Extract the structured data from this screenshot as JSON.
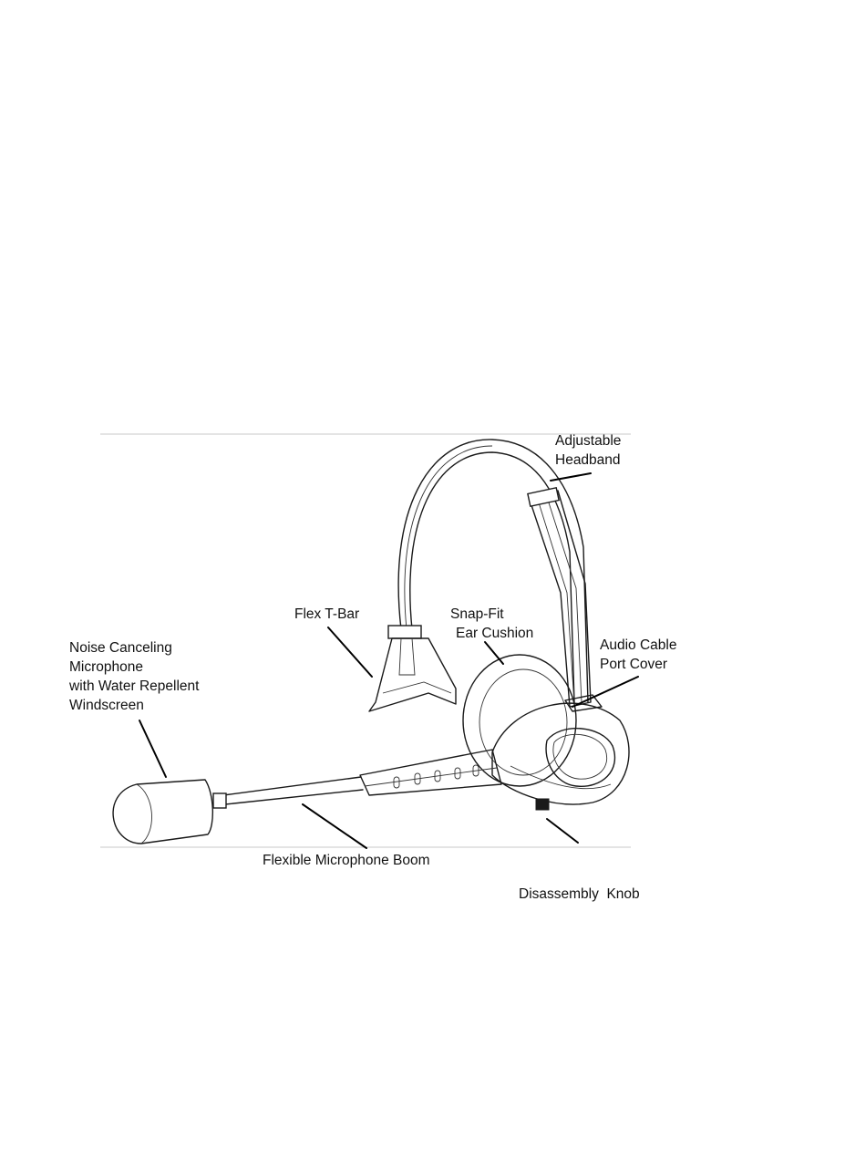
{
  "labels": {
    "adjustable_headband": [
      "Adjustable",
      "Headband"
    ],
    "flex_t_bar": [
      "Flex T-Bar"
    ],
    "snap_fit_ear_cushion": [
      "Snap-Fit",
      "Ear Cushion"
    ],
    "audio_cable_port_cover": [
      "Audio Cable",
      "Port Cover"
    ],
    "noise_canceling_microphone": [
      "Noise Canceling",
      "Microphone",
      "with Water Repellent",
      "Windscreen"
    ],
    "flexible_microphone_boom": [
      "Flexible Microphone Boom"
    ],
    "disassembly_knob": [
      "Disassembly  Knob"
    ]
  },
  "colors": {
    "ink": "#1a1a1a",
    "frame": "#c8c8c8",
    "background": "#ffffff"
  }
}
